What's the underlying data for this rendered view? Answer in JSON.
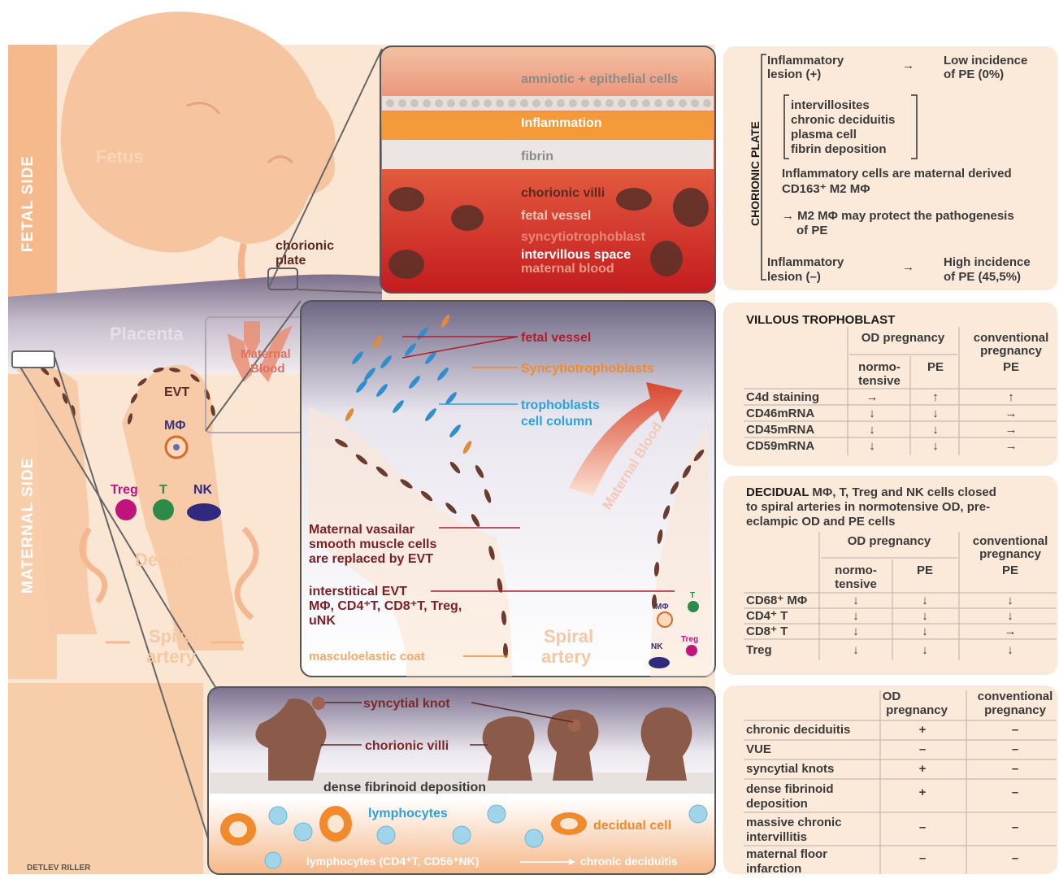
{
  "left": {
    "fetal_side": "FETAL SIDE",
    "maternal_side": "MATERNAL SIDE",
    "fetus": "Fetus",
    "chorionic_plate_1": "chorionic",
    "chorionic_plate_2": "plate",
    "placenta": "Placenta",
    "maternal_blood_1": "Maternal",
    "maternal_blood_2": "Blood",
    "evt": "EVT",
    "mphi": "MΦ",
    "treg": "Treg",
    "t": "T",
    "nk": "NK",
    "decidua": "Decidua",
    "spiral_1": "Spiral",
    "spiral_2": "artery",
    "credit": "DETLEV RILLER"
  },
  "top_inset": {
    "amniotic": "amniotic + epithelial cells",
    "inflammation": "Inflammation",
    "fibrin": "fibrin",
    "chorionic_villi": "chorionic villi",
    "fetal_vessel": "fetal vessel",
    "syncytio": "syncytiotrophoblast",
    "intervillous": "intervillous space",
    "maternal_blood": "maternal blood"
  },
  "mid_inset": {
    "fetal_vessel": "fetal vessel",
    "syncytio": "Syncytiotrophoblasts",
    "troph_1": "trophoblasts",
    "troph_2": "cell column",
    "maternal_blood": "Maternal Blood",
    "vas_1": "Maternal vasailar",
    "vas_2": "smooth muscle cells",
    "vas_3": "are replaced by EVT",
    "int_1": "interstitical EVT",
    "int_2": "MΦ, CD4⁺T, CD8⁺T, Treg,",
    "int_3": "uNK",
    "mphi": "MΦ",
    "t": "T",
    "nk": "NK",
    "treg": "Treg",
    "muscle": "masculoelastic coat",
    "spiral_1": "Spiral",
    "spiral_2": "artery"
  },
  "bottom_inset": {
    "knot": "syncytial knot",
    "villi": "chorionic villi",
    "dense": "dense fibrinoid deposition",
    "lymph": "lymphocytes",
    "decidual": "decidual cell",
    "chain": "lymphocytes (CD4⁺T, CD56⁺NK)",
    "chronic": "chronic deciduitis"
  },
  "panel1": {
    "title": "CHORIONIC PLATE",
    "lesion_pos_1": "Inflammatory",
    "lesion_pos_2": "lesion (+)",
    "arrow": "→",
    "low_1": "Low incidence",
    "low_2": "of PE (0%)",
    "list": [
      "intervillosites",
      "chronic deciduitis",
      "plasma cell",
      "fibrin deposition"
    ],
    "derived_1": "Inflammatory cells are maternal derived",
    "derived_2": "CD163⁺ M2 MΦ",
    "protect_1": "→ M2 MΦ may protect the pathogenesis",
    "protect_2": "of PE",
    "lesion_neg_1": "Inflammatory",
    "lesion_neg_2": "lesion (–)",
    "high_1": "High incidence",
    "high_2": "of PE (45,5%)"
  },
  "panel2": {
    "title": "VILLOUS TROPHOBLAST",
    "od": "OD pregnancy",
    "conv_1": "conventional",
    "conv_2": "pregnancy",
    "normo_1": "normo-",
    "normo_2": "tensive",
    "pe": "PE",
    "pe2": "PE",
    "rows": [
      {
        "label": "C4d staining",
        "a": "→",
        "b": "↑",
        "c": "↑"
      },
      {
        "label": "CD46mRNA",
        "a": "↓",
        "b": "↓",
        "c": "→"
      },
      {
        "label": "CD45mRNA",
        "a": "↓",
        "b": "↓",
        "c": "→"
      },
      {
        "label": "CD59mRNA",
        "a": "↓",
        "b": "↓",
        "c": "→"
      }
    ]
  },
  "panel3": {
    "title_bold": "DECIDUAL",
    "title_rest": " MΦ, T, Treg and NK cells closed",
    "title_2": "to spiral arteries in normotensive OD, pre-",
    "title_3": "eclampic OD and PE cells",
    "od": "OD pregnancy",
    "conv_1": "conventional",
    "conv_2": "pregnancy",
    "normo_1": "normo-",
    "normo_2": "tensive",
    "pe": "PE",
    "pe2": "PE",
    "rows": [
      {
        "label": "CD68⁺ MΦ",
        "a": "↓",
        "b": "↓",
        "c": "↓"
      },
      {
        "label": "CD4⁺ T",
        "a": "↓",
        "b": "↓",
        "c": "↓"
      },
      {
        "label": "CD8⁺ T",
        "a": "↓",
        "b": "↓",
        "c": "→"
      },
      {
        "label": "Treg",
        "a": "↓",
        "b": "↓",
        "c": "↓"
      }
    ]
  },
  "panel4": {
    "od_1": "OD",
    "od_2": "pregnancy",
    "conv_1": "conventional",
    "conv_2": "pregnancy",
    "rows": [
      {
        "l1": "chronic deciduitis",
        "l2": "",
        "a": "+",
        "b": "–"
      },
      {
        "l1": "VUE",
        "l2": "",
        "a": "–",
        "b": "–"
      },
      {
        "l1": "syncytial knots",
        "l2": "",
        "a": "+",
        "b": "–"
      },
      {
        "l1": "dense fibrinoid",
        "l2": "deposition",
        "a": "+",
        "b": "–"
      },
      {
        "l1": "massive chronic",
        "l2": "intervillitis",
        "a": "–",
        "b": "–"
      },
      {
        "l1": "maternal floor",
        "l2": "infarction",
        "a": "–",
        "b": "–"
      }
    ]
  },
  "colors": {
    "peach": "#f7c6a0",
    "pale_peach": "#fbe6d4",
    "panel_bg": "#fbe9da",
    "dark_brown": "#5a2a24",
    "red": "#b01e2a",
    "orange": "#f08a2c",
    "blue": "#2aa3dc"
  }
}
